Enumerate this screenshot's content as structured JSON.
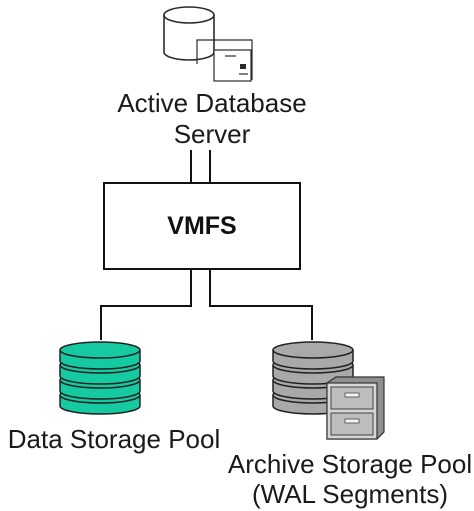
{
  "server": {
    "label_line1": "Active Database",
    "label_line2": "Server",
    "icon": "database-server-icon"
  },
  "vmfs": {
    "label": "VMFS"
  },
  "data_pool": {
    "label": "Data Storage Pool",
    "icon": "database-stack-icon",
    "color": "#15c9a0"
  },
  "archive_pool": {
    "label_line1": "Archive Storage Pool",
    "label_line2": "(WAL Segments)",
    "icon": "database-stack-with-filing-cabinet-icon",
    "color": "#a9a9a9"
  }
}
